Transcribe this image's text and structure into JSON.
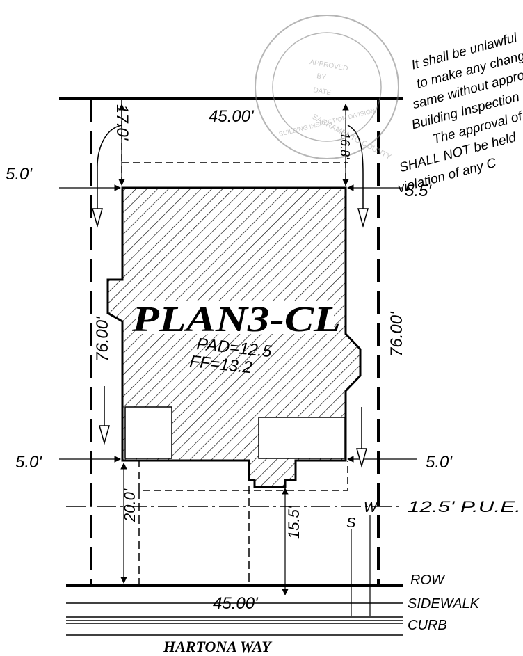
{
  "plan": {
    "name": "PLAN3-CL",
    "pad": "PAD=12.5",
    "ff": "FF=13.2"
  },
  "dimensions": {
    "lot_width_top": "45.00'",
    "lot_width_bottom": "45.00'",
    "lot_depth_left": "76.00'",
    "lot_depth_right": "76.00'",
    "rear_setback": "17.0'",
    "rear_setback_right": "16.8'",
    "side_left_top": "5.0'",
    "side_right_top": "5.5'",
    "side_left_bottom": "5.0'",
    "side_right_bottom": "5.0'",
    "front_setback_garage": "20.0'",
    "front_setback_porch": "15.5'"
  },
  "labels": {
    "pue": "12.5' P.U.E.",
    "row": "ROW",
    "sidewalk": "SIDEWALK",
    "curb": "CURB",
    "street": "HARTONA WAY",
    "sewer": "S",
    "water": "W"
  },
  "stamp": {
    "ring_top": "SACRAMENTO COUNTY",
    "ring_bottom": "BUILDING INSPECTION DIVISION",
    "center_lines": [
      "APPROVED",
      "BY",
      "DATE"
    ]
  },
  "note_lines": [
    "It shall be unlawful",
    "to make any changes",
    "same without approval",
    "Building Inspection",
    "The approval of",
    "SHALL NOT be held",
    "violation of any C"
  ]
}
